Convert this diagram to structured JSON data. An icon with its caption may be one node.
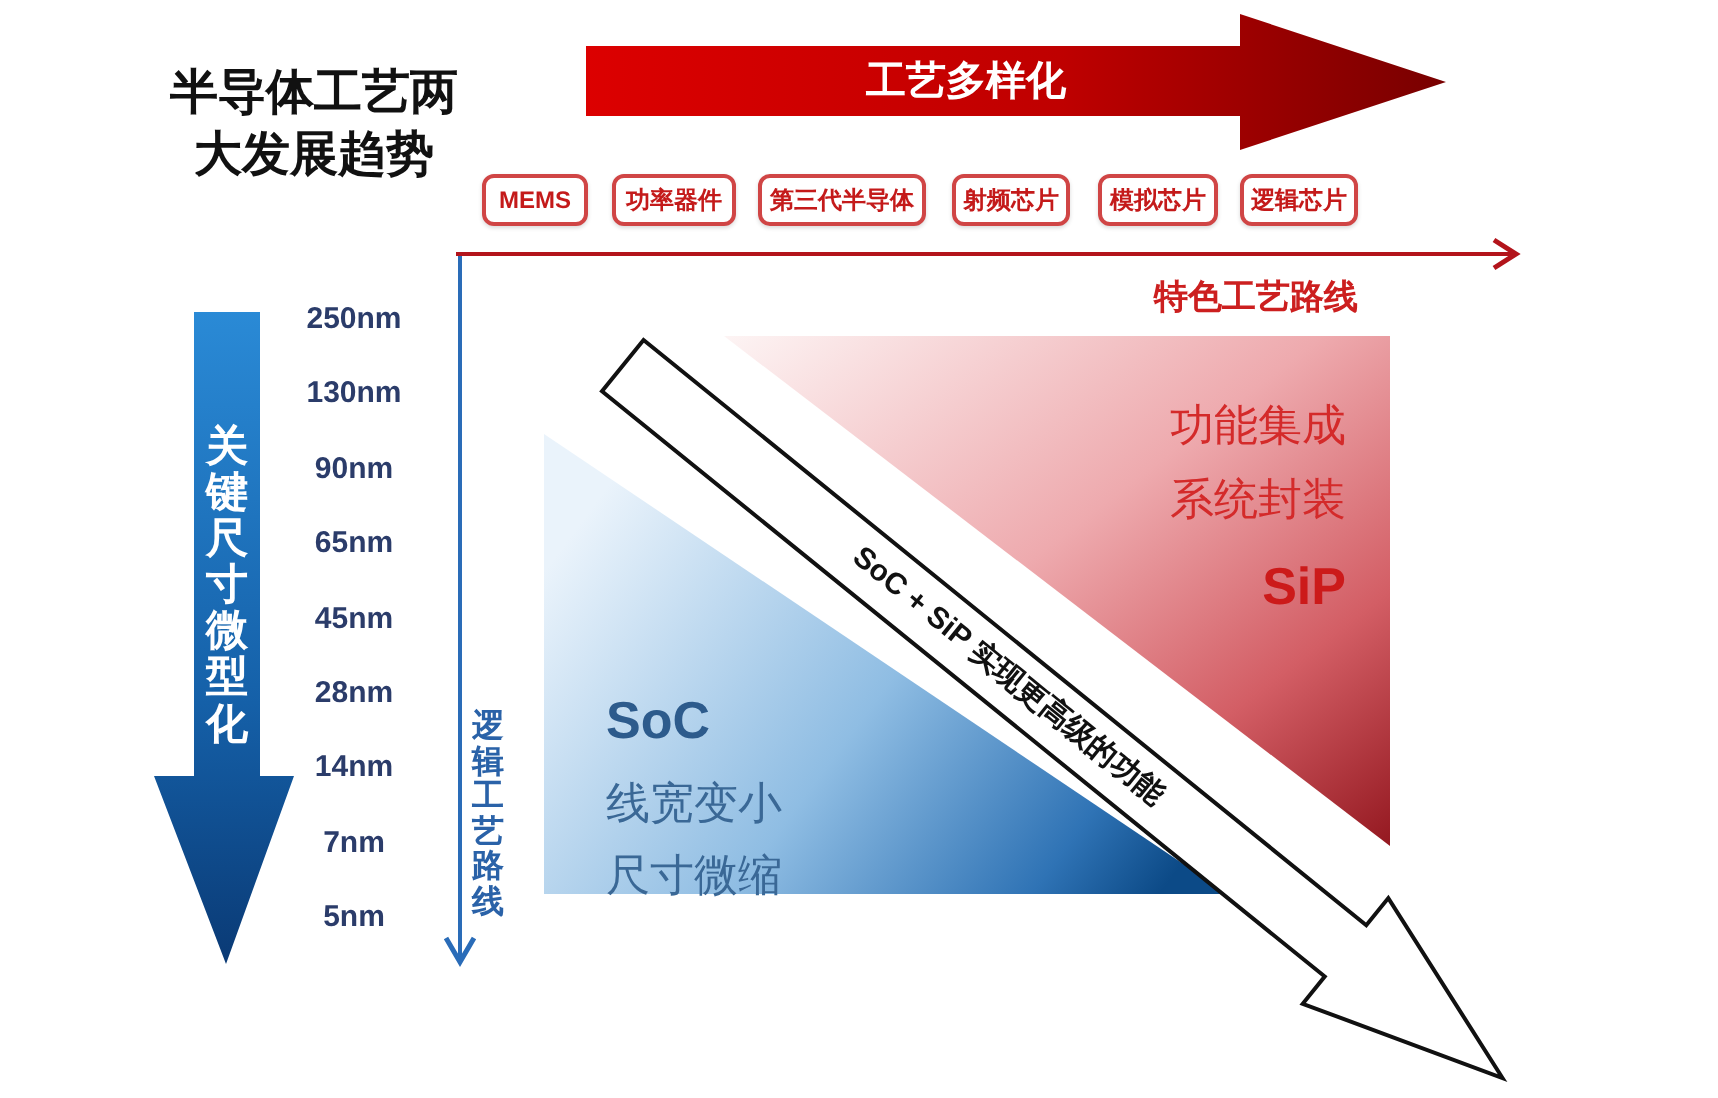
{
  "diagram": {
    "title": "半导体工艺两大发展趋势",
    "nodes": [
      {
        "text": [
          "工艺多样化"
        ]
      },
      {
        "text": [
          "MEMS"
        ]
      },
      {
        "text": [
          "功率器件"
        ]
      },
      {
        "text": [
          "第三代半导体"
        ]
      },
      {
        "text": [
          "射频芯片"
        ]
      },
      {
        "text": [
          "模拟芯片"
        ]
      },
      {
        "text": [
          "逻辑芯片"
        ]
      },
      {
        "text": [
          "关键尺寸微型化"
        ]
      },
      {
        "text": [
          "功能集成",
          "系统封装",
          "SiP"
        ]
      },
      {
        "text": [
          "SoC + SiP 实现更高级的功能"
        ]
      },
      {
        "text": [
          "SoC",
          "线宽变小",
          "尺寸微缩"
        ]
      }
    ],
    "labels": [
      "特色工艺路线",
      "250nm",
      "130nm",
      "90nm",
      "65nm",
      "45nm",
      "28nm",
      "14nm",
      "7nm",
      "5nm",
      "逻辑工艺路线"
    ]
  }
}
